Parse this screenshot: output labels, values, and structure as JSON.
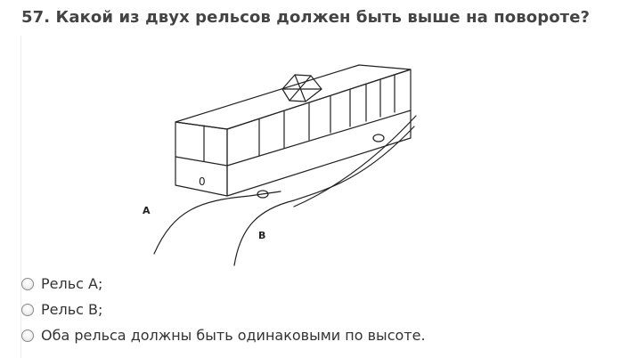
{
  "question": {
    "title": "57. Какой из двух рельсов должен быть выше на повороте?"
  },
  "figure": {
    "icon": "tram-on-curved-rails-illustration",
    "labels": {
      "rail_a": "A",
      "rail_b": "B",
      "tram_mark": "0"
    }
  },
  "answers": [
    {
      "label": "Рельс А;",
      "selected": false
    },
    {
      "label": "Рельс В;",
      "selected": false
    },
    {
      "label": "Оба рельса должны быть одинаковыми по высоте.",
      "selected": false
    }
  ],
  "colors": {
    "title_text": "#444444",
    "answer_text": "#333333",
    "line_art": "#222222"
  }
}
